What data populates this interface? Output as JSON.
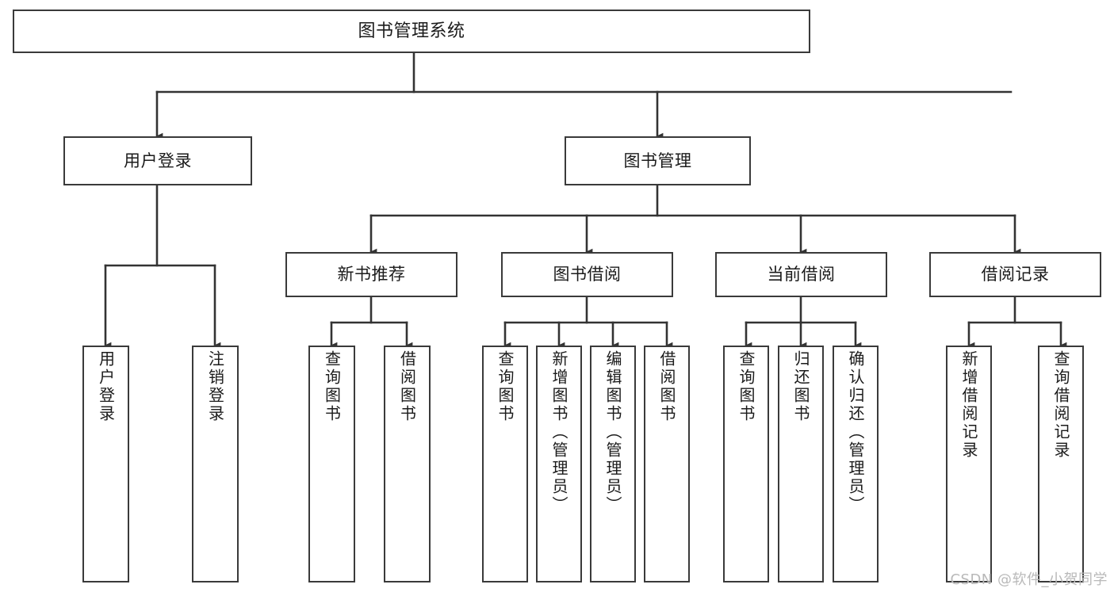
{
  "diagram": {
    "title": "图书管理系统",
    "type": "tree",
    "watermark": "CSDN @软件_小贺同学",
    "colors": {
      "box_border": "#3a3a3a",
      "box_fill": "#ffffff",
      "connector": "#333333",
      "text": "#1b1b1b",
      "watermark": "#b9b9b9"
    },
    "root": {
      "label": "图书管理系统"
    },
    "level2": [
      {
        "label": "用户登录"
      },
      {
        "label": "图书管理"
      }
    ],
    "level3": [
      {
        "label": "新书推荐"
      },
      {
        "label": "图书借阅"
      },
      {
        "label": "当前借阅"
      },
      {
        "label": "借阅记录"
      }
    ],
    "leaves": {
      "user_login": [
        {
          "label": "用户登录"
        },
        {
          "label": "注销登录"
        }
      ],
      "new_book_recommend": [
        {
          "label": "查询图书"
        },
        {
          "label": "借阅图书"
        }
      ],
      "book_borrow": [
        {
          "label": "查询图书"
        },
        {
          "label": "新增图书（管理员）"
        },
        {
          "label": "编辑图书（管理员）"
        },
        {
          "label": "借阅图书"
        }
      ],
      "current_borrow": [
        {
          "label": "查询图书"
        },
        {
          "label": "归还图书"
        },
        {
          "label": "确认归还（管理员）"
        }
      ],
      "borrow_record": [
        {
          "label": "新增借阅记录"
        },
        {
          "label": "查询借阅记录"
        }
      ]
    }
  }
}
